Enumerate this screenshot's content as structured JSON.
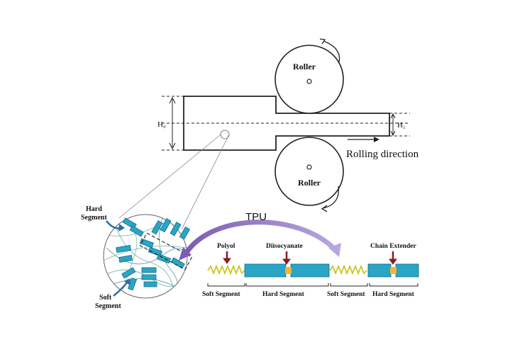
{
  "rolling": {
    "roller_top_label": "Roller",
    "roller_bottom_label": "Roller",
    "h0_label": "H₀",
    "h1_label": "H₁",
    "direction_label": "Rolling direction"
  },
  "structure": {
    "tpu_label": "TPU",
    "hard_segment_callout": [
      "Hard",
      "Segment"
    ],
    "soft_segment_callout": [
      "Soft",
      "Segment"
    ]
  },
  "chain": {
    "polyol_label": "Polyol",
    "diisocyanate_label": "Diisocyanate",
    "chain_extender_label": "Chain Extender",
    "segment_labels": [
      "Soft Segment",
      "Hard Segment",
      "Soft Segment",
      "Hard Segment"
    ]
  },
  "colors": {
    "hard_block": "#2aa5c6",
    "hard_block_stroke": "#156d86",
    "link_node": "#f5b52e",
    "spring": "#c8c820",
    "arrow_red": "#8b1c22",
    "callout_arrow": "#8e71bf",
    "line": "#222222"
  }
}
